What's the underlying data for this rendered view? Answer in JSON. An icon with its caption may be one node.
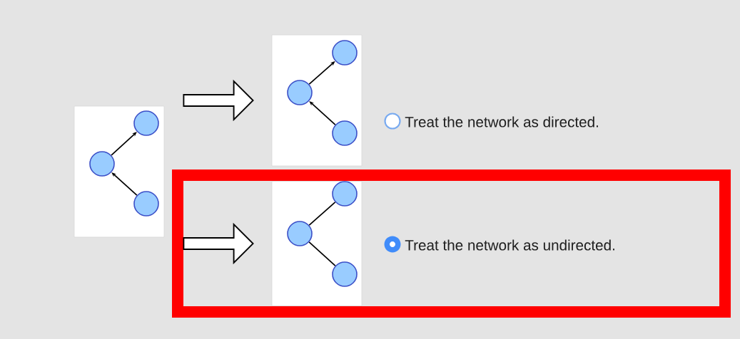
{
  "diagram": {
    "nodes": [
      {
        "text": [],
        "shape": "box"
      },
      {
        "text": [],
        "shape": "circle",
        "in": 0
      },
      {
        "text": [],
        "shape": "circle",
        "in": 0
      },
      {
        "text": [],
        "shape": "circle",
        "in": 0
      },
      {
        "text": [],
        "shape": "box"
      },
      {
        "text": [],
        "shape": "circle",
        "in": 4
      },
      {
        "text": [],
        "shape": "circle",
        "in": 4
      },
      {
        "text": [],
        "shape": "circle",
        "in": 4
      },
      {
        "text": [],
        "shape": "box"
      },
      {
        "text": [],
        "shape": "box",
        "in": 8
      },
      {
        "text": [],
        "shape": "circle",
        "in": 9
      },
      {
        "text": [],
        "shape": "circle",
        "in": 9
      },
      {
        "text": [],
        "shape": "circle",
        "in": 9
      }
    ],
    "edges": [
      {
        "from": 2,
        "to": 1,
        "arrow": "to"
      },
      {
        "from": 3,
        "to": 2,
        "arrow": "to"
      },
      {
        "from": 0,
        "to": 4,
        "arrow": "to",
        "style": "thick"
      },
      {
        "from": 6,
        "to": 5,
        "arrow": "to"
      },
      {
        "from": 7,
        "to": 6,
        "arrow": "to"
      },
      {
        "from": 0,
        "to": 9,
        "arrow": "to",
        "style": "thick"
      },
      {
        "from": 11,
        "to": 10,
        "arrow": "none"
      },
      {
        "from": 11,
        "to": 12,
        "arrow": "none"
      }
    ],
    "labels": [
      "Treat the network as directed.",
      "Treat the network as undirected."
    ]
  }
}
